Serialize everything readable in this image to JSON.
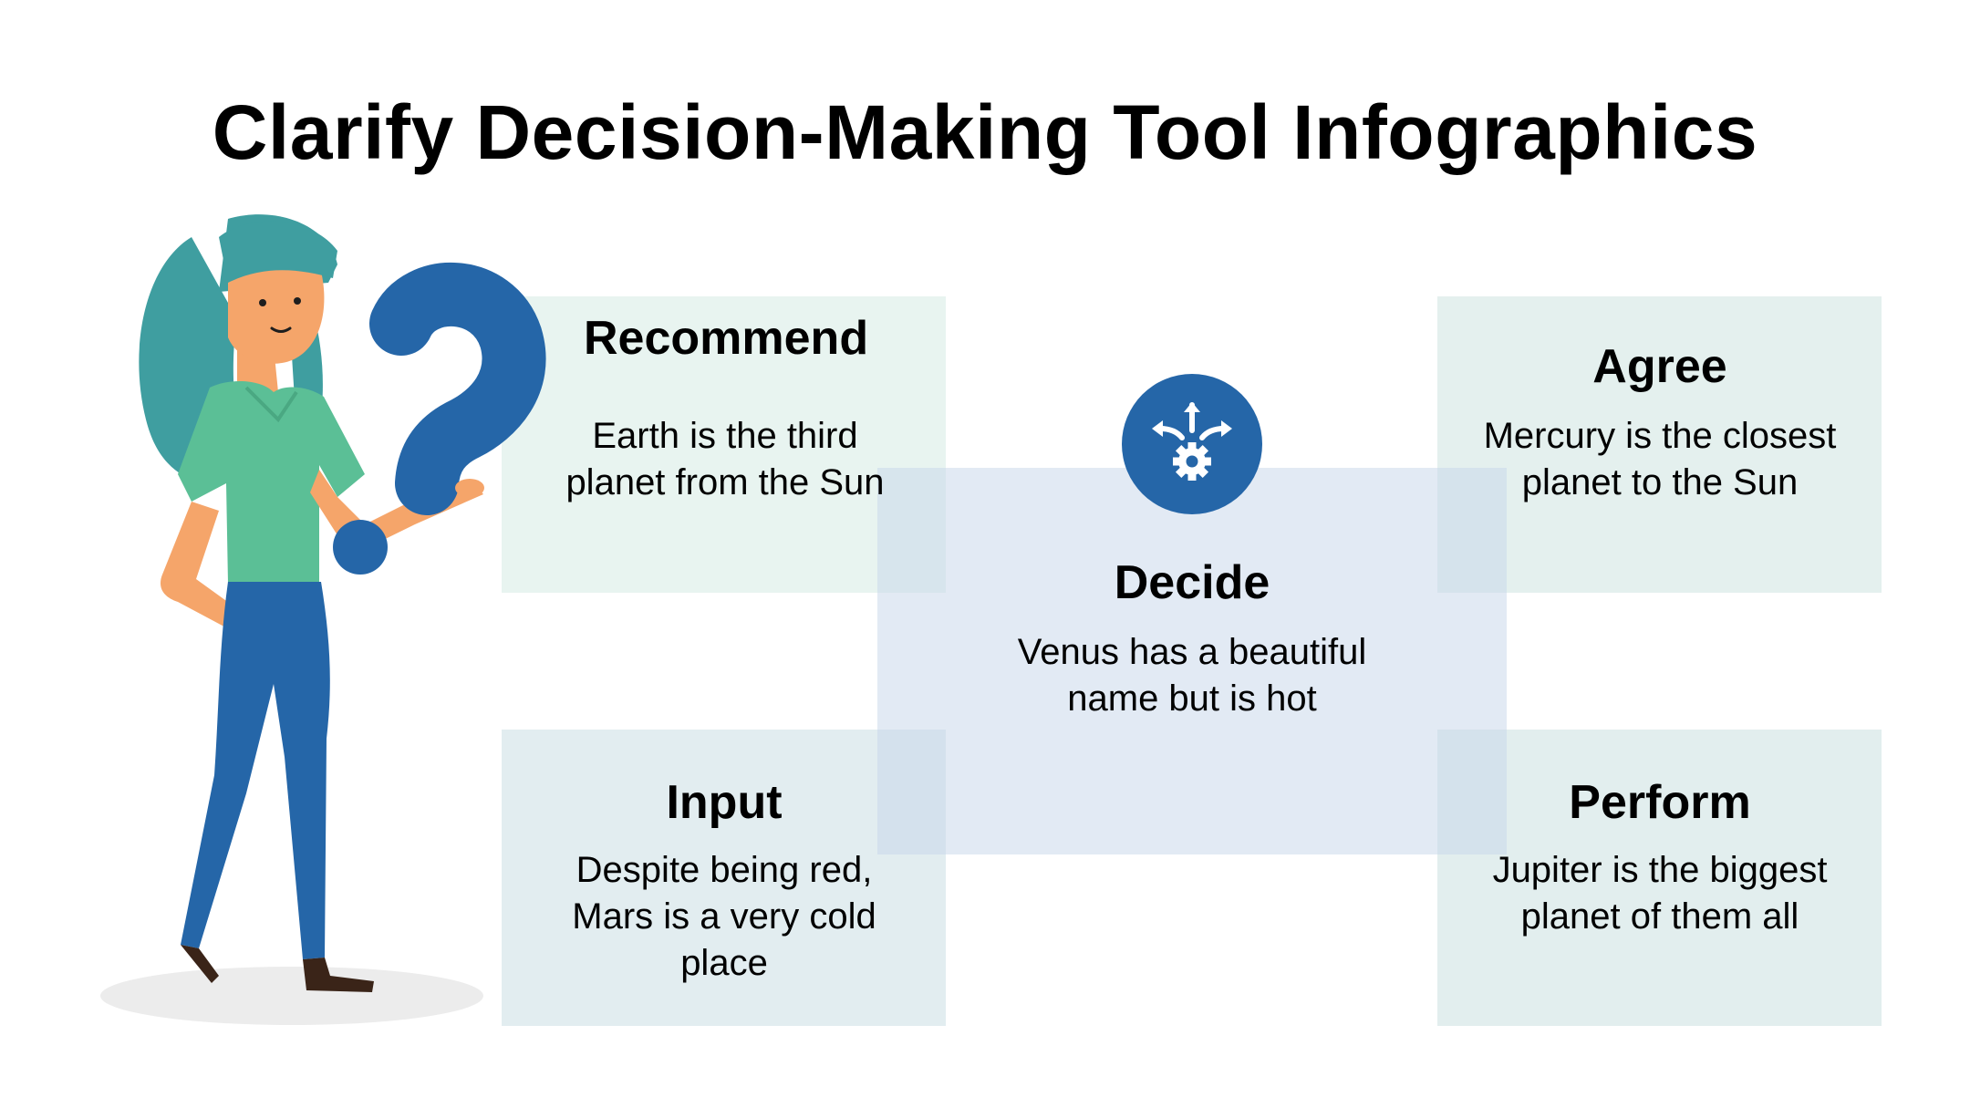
{
  "title": "Clarify Decision-Making Tool Infographics",
  "colors": {
    "primary_blue": "#2566a8",
    "teal_hair": "#3f9ea0",
    "shirt_green": "#5bbf96",
    "skin": "#f5a56a"
  },
  "icons": {
    "decide": "decision-arrows-gear-icon",
    "illustration": "woman-holding-question-mark"
  },
  "steps": {
    "recommend": {
      "heading": "Recommend",
      "text": "Earth is the third planet from the Sun"
    },
    "agree": {
      "heading": "Agree",
      "text": "Mercury is the closest planet to the Sun"
    },
    "decide": {
      "heading": "Decide",
      "text": "Venus has a beautiful name but is hot"
    },
    "input": {
      "heading": "Input",
      "text": "Despite being red, Mars is a very cold place"
    },
    "perform": {
      "heading": "Perform",
      "text": "Jupiter is the biggest planet of them all"
    }
  }
}
